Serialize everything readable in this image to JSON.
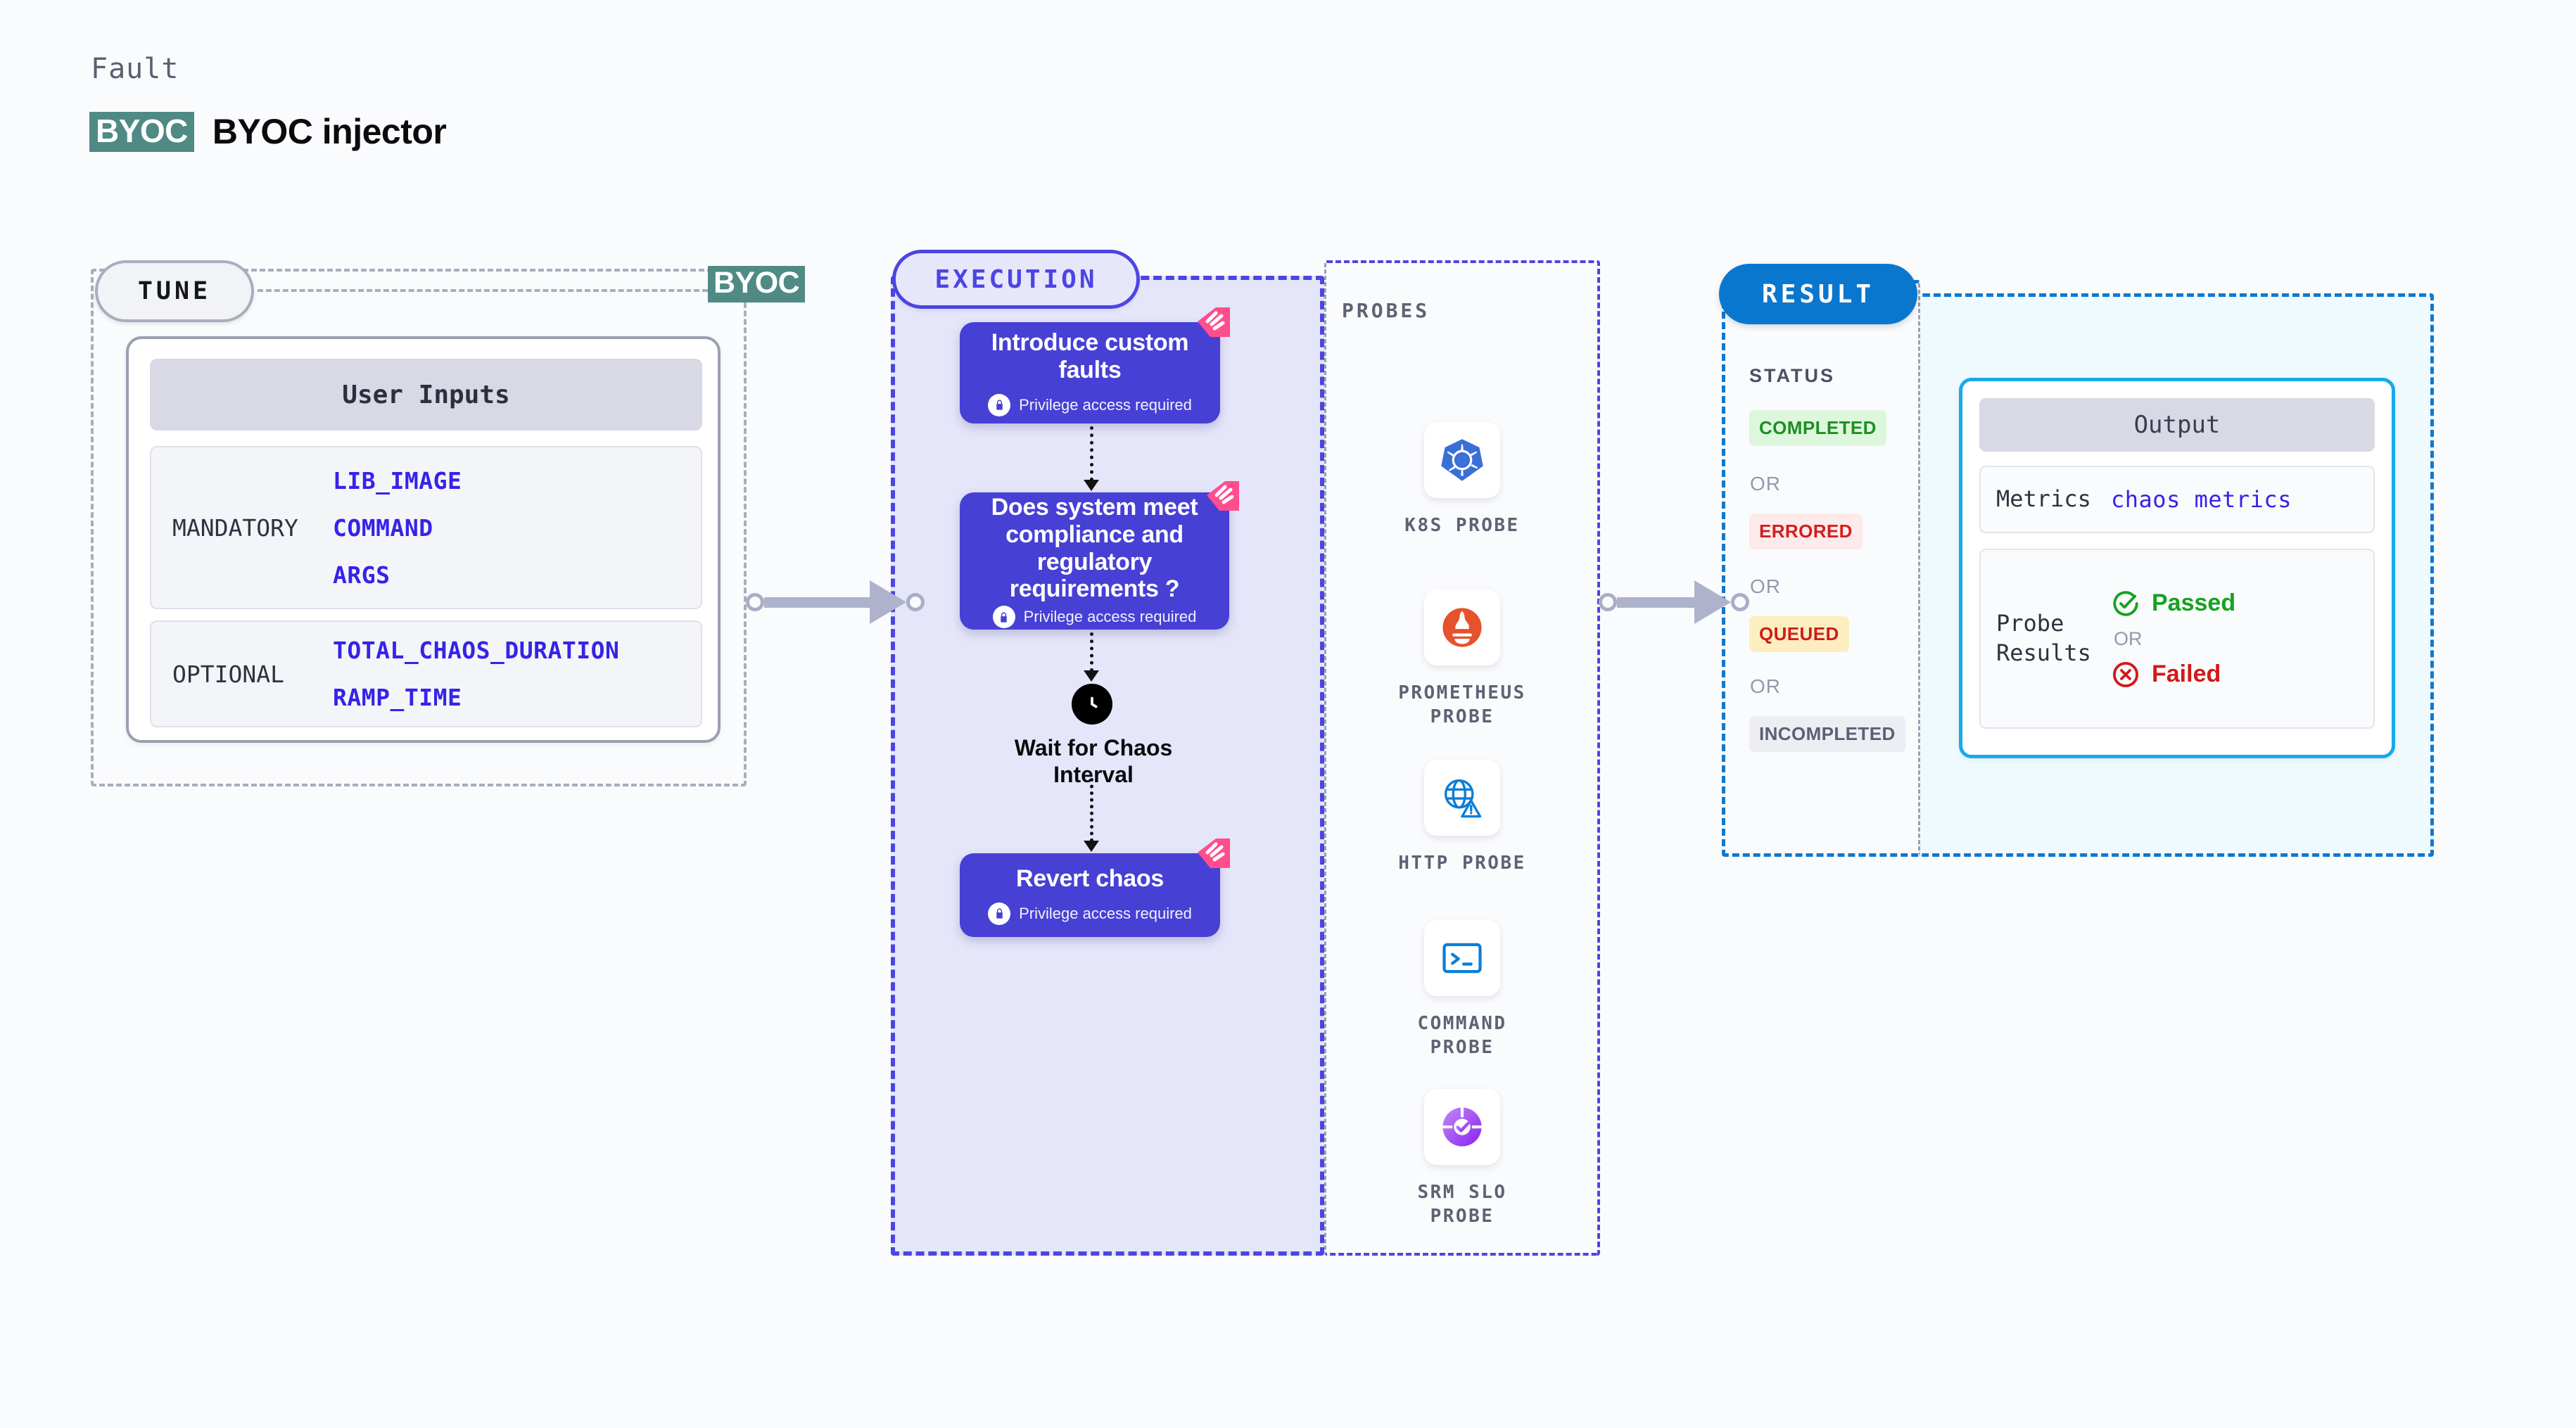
{
  "header": {
    "eyebrow": "Fault",
    "badge": "BYOC",
    "title": "BYOC injector",
    "badge_color": "#4f8a85"
  },
  "tune": {
    "pill_label": "TUNE",
    "edge_badge": "BYOC",
    "card_title": "User Inputs",
    "groups": [
      {
        "label": "MANDATORY",
        "values": [
          "LIB_IMAGE",
          "COMMAND",
          "ARGS"
        ]
      },
      {
        "label": "OPTIONAL",
        "values": [
          "TOTAL_CHAOS_DURATION",
          "RAMP_TIME"
        ]
      }
    ],
    "value_color": "#3623e8"
  },
  "execution": {
    "pill_label": "EXECUTION",
    "accent_color": "#4b45e4",
    "card_color": "#4740d4",
    "privilege_note": "Privilege access required",
    "steps": [
      {
        "title": "Introduce custom faults",
        "note": "Privilege access required"
      },
      {
        "title": "Does system meet compliance and regulatory requirements ?",
        "note": "Privilege access required"
      }
    ],
    "wait_label": "Wait for Chaos Interval",
    "revert": {
      "title": "Revert chaos",
      "note": "Privilege access required"
    }
  },
  "probes": {
    "title": "PROBES",
    "items": [
      {
        "icon": "kubernetes-icon",
        "label": "K8S PROBE"
      },
      {
        "icon": "prometheus-icon",
        "label": "PROMETHEUS PROBE"
      },
      {
        "icon": "http-globe-icon",
        "label": "HTTP PROBE"
      },
      {
        "icon": "terminal-icon",
        "label": "COMMAND PROBE"
      },
      {
        "icon": "srm-slo-icon",
        "label": "SRM SLO PROBE"
      }
    ]
  },
  "result": {
    "pill_label": "RESULT",
    "pill_color": "#0a77cf",
    "status_title": "STATUS",
    "or_label": "OR",
    "statuses": [
      {
        "label": "COMPLETED",
        "bg": "#ddf7dc",
        "fg": "#1d8f23"
      },
      {
        "label": "ERRORED",
        "bg": "#fdeaea",
        "fg": "#d01f1f"
      },
      {
        "label": "QUEUED",
        "bg": "#fdeec0",
        "fg": "#cf1c1c"
      },
      {
        "label": "INCOMPLETED",
        "bg": "#eceef4",
        "fg": "#5b6075"
      }
    ],
    "output": {
      "title": "Output",
      "metrics_label": "Metrics",
      "metrics_value": "chaos metrics",
      "probe_results_label": "Probe Results",
      "passed_label": "Passed",
      "or_label": "OR",
      "failed_label": "Failed"
    }
  }
}
